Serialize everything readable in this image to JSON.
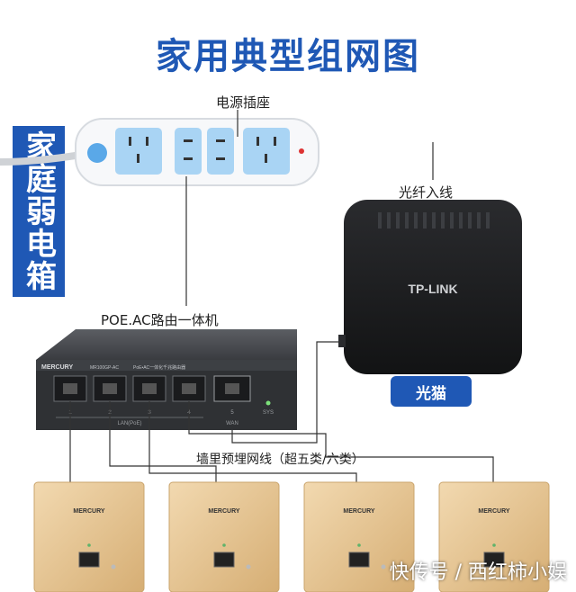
{
  "title": "家用典型组网图",
  "side_banner": "家庭弱电箱",
  "power_strip": {
    "label": "电源插座"
  },
  "fiber_in": {
    "label": "光纤入线"
  },
  "modem": {
    "brand": "TP-LINK",
    "label": "光猫"
  },
  "router": {
    "label": "POE.AC路由一体机",
    "brand": "MERCURY",
    "model": "MR100GP-AC",
    "model_desc": "PoE•AC一体化千兆路由器",
    "port_numbers": [
      "1",
      "2",
      "3",
      "4",
      "5"
    ],
    "lan_label": "LAN(PoE)",
    "wan_label": "WAN",
    "sys_label": "SYS"
  },
  "cable_note": "墙里预埋网线（超五类/六类）",
  "panels": [
    {
      "brand": "MERCURY"
    },
    {
      "brand": "MERCURY"
    },
    {
      "brand": "MERCURY"
    },
    {
      "brand": "MERCURY"
    }
  ],
  "watermark": "快传号 / 西红柿小娱",
  "colors": {
    "accent_blue": "#1f58b5",
    "socket_blue": "#a9d4f4",
    "router_body": "#3a3c40",
    "modem_body": "#1b1c1e",
    "panel_gold": "#e2c08f"
  }
}
